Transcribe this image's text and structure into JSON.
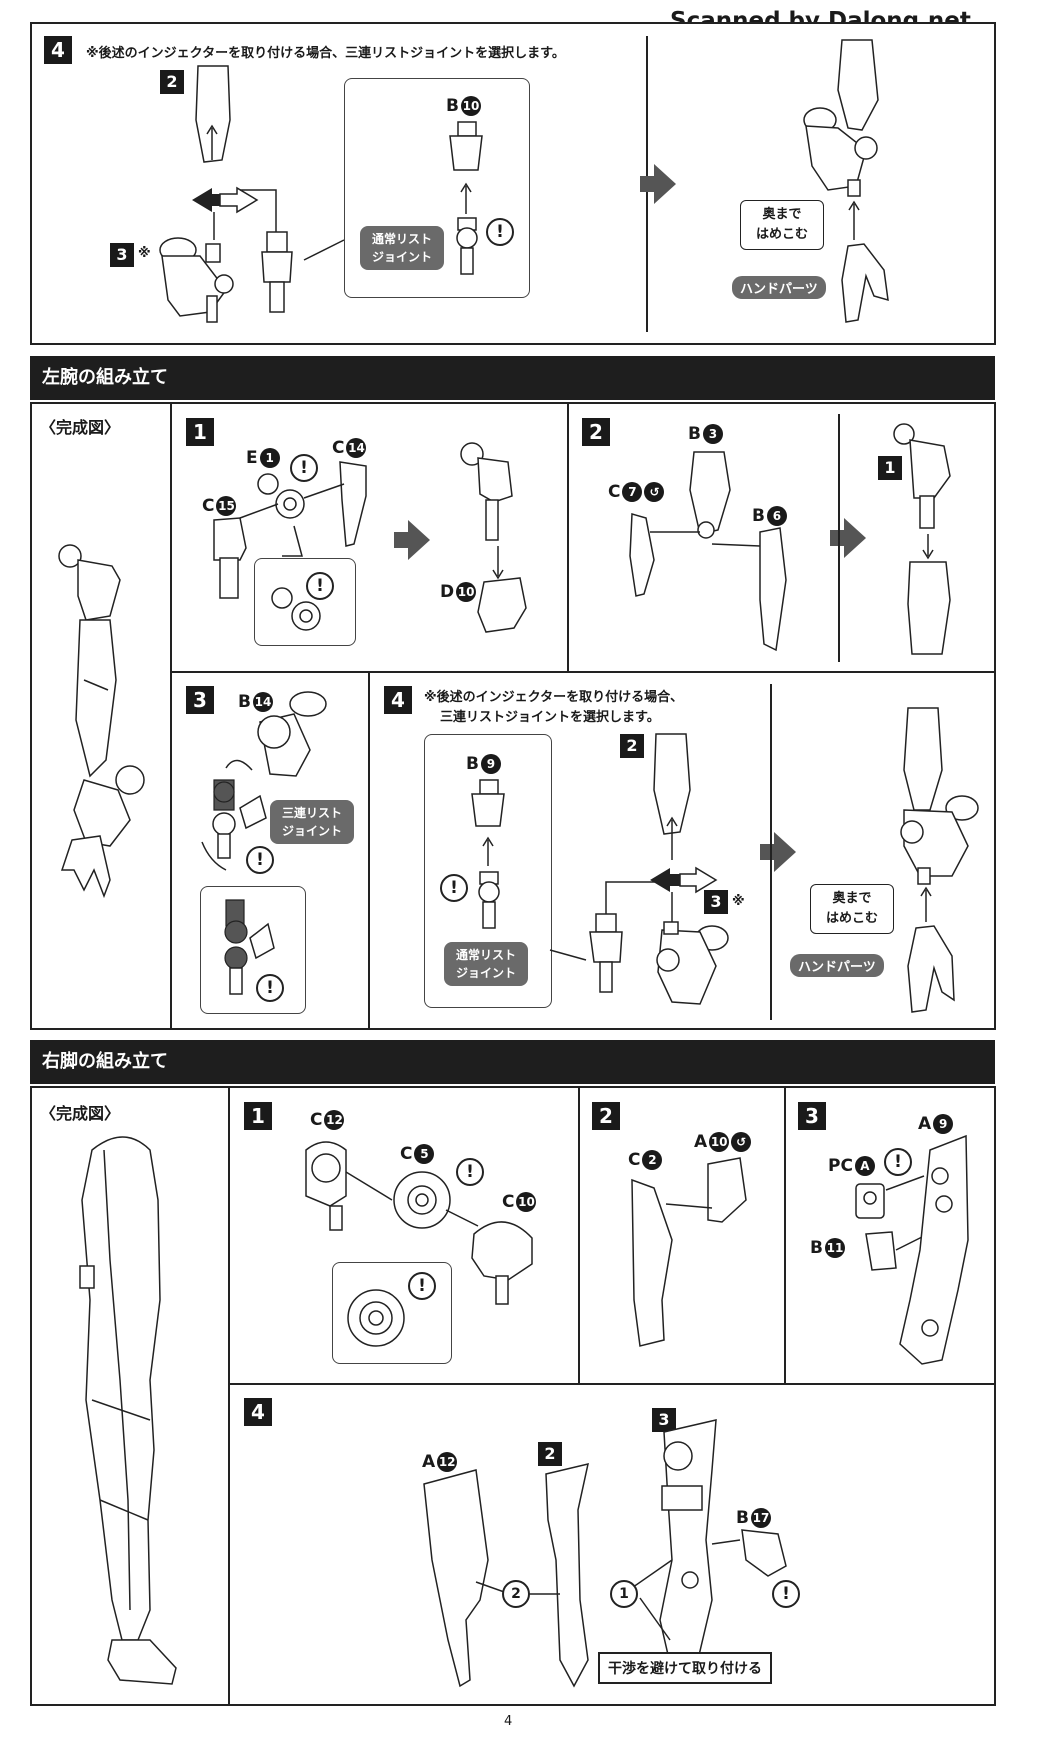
{
  "watermark": "Scanned by Dalong.net",
  "page_number": "4",
  "top_step": {
    "num": "4",
    "note": "※後述のインジェクターを取り付ける場合、三連リストジョイントを選択します。",
    "ref_upper": "2",
    "ref_lower": "3",
    "ref_lower_mark": "※",
    "part_b": "B",
    "part_b_num": "10",
    "label_normal_joint": [
      "通常リスト",
      "ジョイント"
    ],
    "callout_push": [
      "奥まで",
      "はめこむ"
    ],
    "label_hand": "ハンドパーツ"
  },
  "left_arm": {
    "title": "左腕の組み立て",
    "complete": "〈完成図〉",
    "step1": {
      "num": "1",
      "e": "E",
      "e_num": "1",
      "c14": "C",
      "c14_num": "14",
      "c15": "C",
      "c15_num": "15",
      "d": "D",
      "d_num": "10"
    },
    "step2": {
      "num": "2",
      "b3": "B",
      "b3_num": "3",
      "c7": "C",
      "c7_num": "7",
      "b6": "B",
      "b6_num": "6",
      "ref": "1"
    },
    "step3": {
      "num": "3",
      "b14": "B",
      "b14_num": "14",
      "label_triple": [
        "三連リスト",
        "ジョイント"
      ]
    },
    "step4": {
      "num": "4",
      "note": [
        "※後述のインジェクターを取り付ける場合、",
        "三連リストジョイントを選択します。"
      ],
      "b9": "B",
      "b9_num": "9",
      "label_normal_joint": [
        "通常リスト",
        "ジョイント"
      ],
      "ref_upper": "2",
      "ref_lower": "3",
      "ref_lower_mark": "※",
      "callout_push": [
        "奥まで",
        "はめこむ"
      ],
      "label_hand": "ハンドパーツ"
    }
  },
  "right_leg": {
    "title": "右脚の組み立て",
    "complete": "〈完成図〉",
    "step1": {
      "num": "1",
      "c12": "C",
      "c12_num": "12",
      "c5": "C",
      "c5_num": "5",
      "c10": "C",
      "c10_num": "10"
    },
    "step2": {
      "num": "2",
      "c2": "C",
      "c2_num": "2",
      "a10": "A",
      "a10_num": "10"
    },
    "step3": {
      "num": "3",
      "a9": "A",
      "a9_num": "9",
      "pca": "PC",
      "pca_letter": "A",
      "b11": "B",
      "b11_num": "11"
    },
    "step4": {
      "num": "4",
      "a12": "A",
      "a12_num": "12",
      "ref2": "2",
      "ref3": "3",
      "b17": "B",
      "b17_num": "17",
      "order1": "1",
      "order2": "2",
      "warning": "干渉を避けて取り付ける"
    }
  }
}
